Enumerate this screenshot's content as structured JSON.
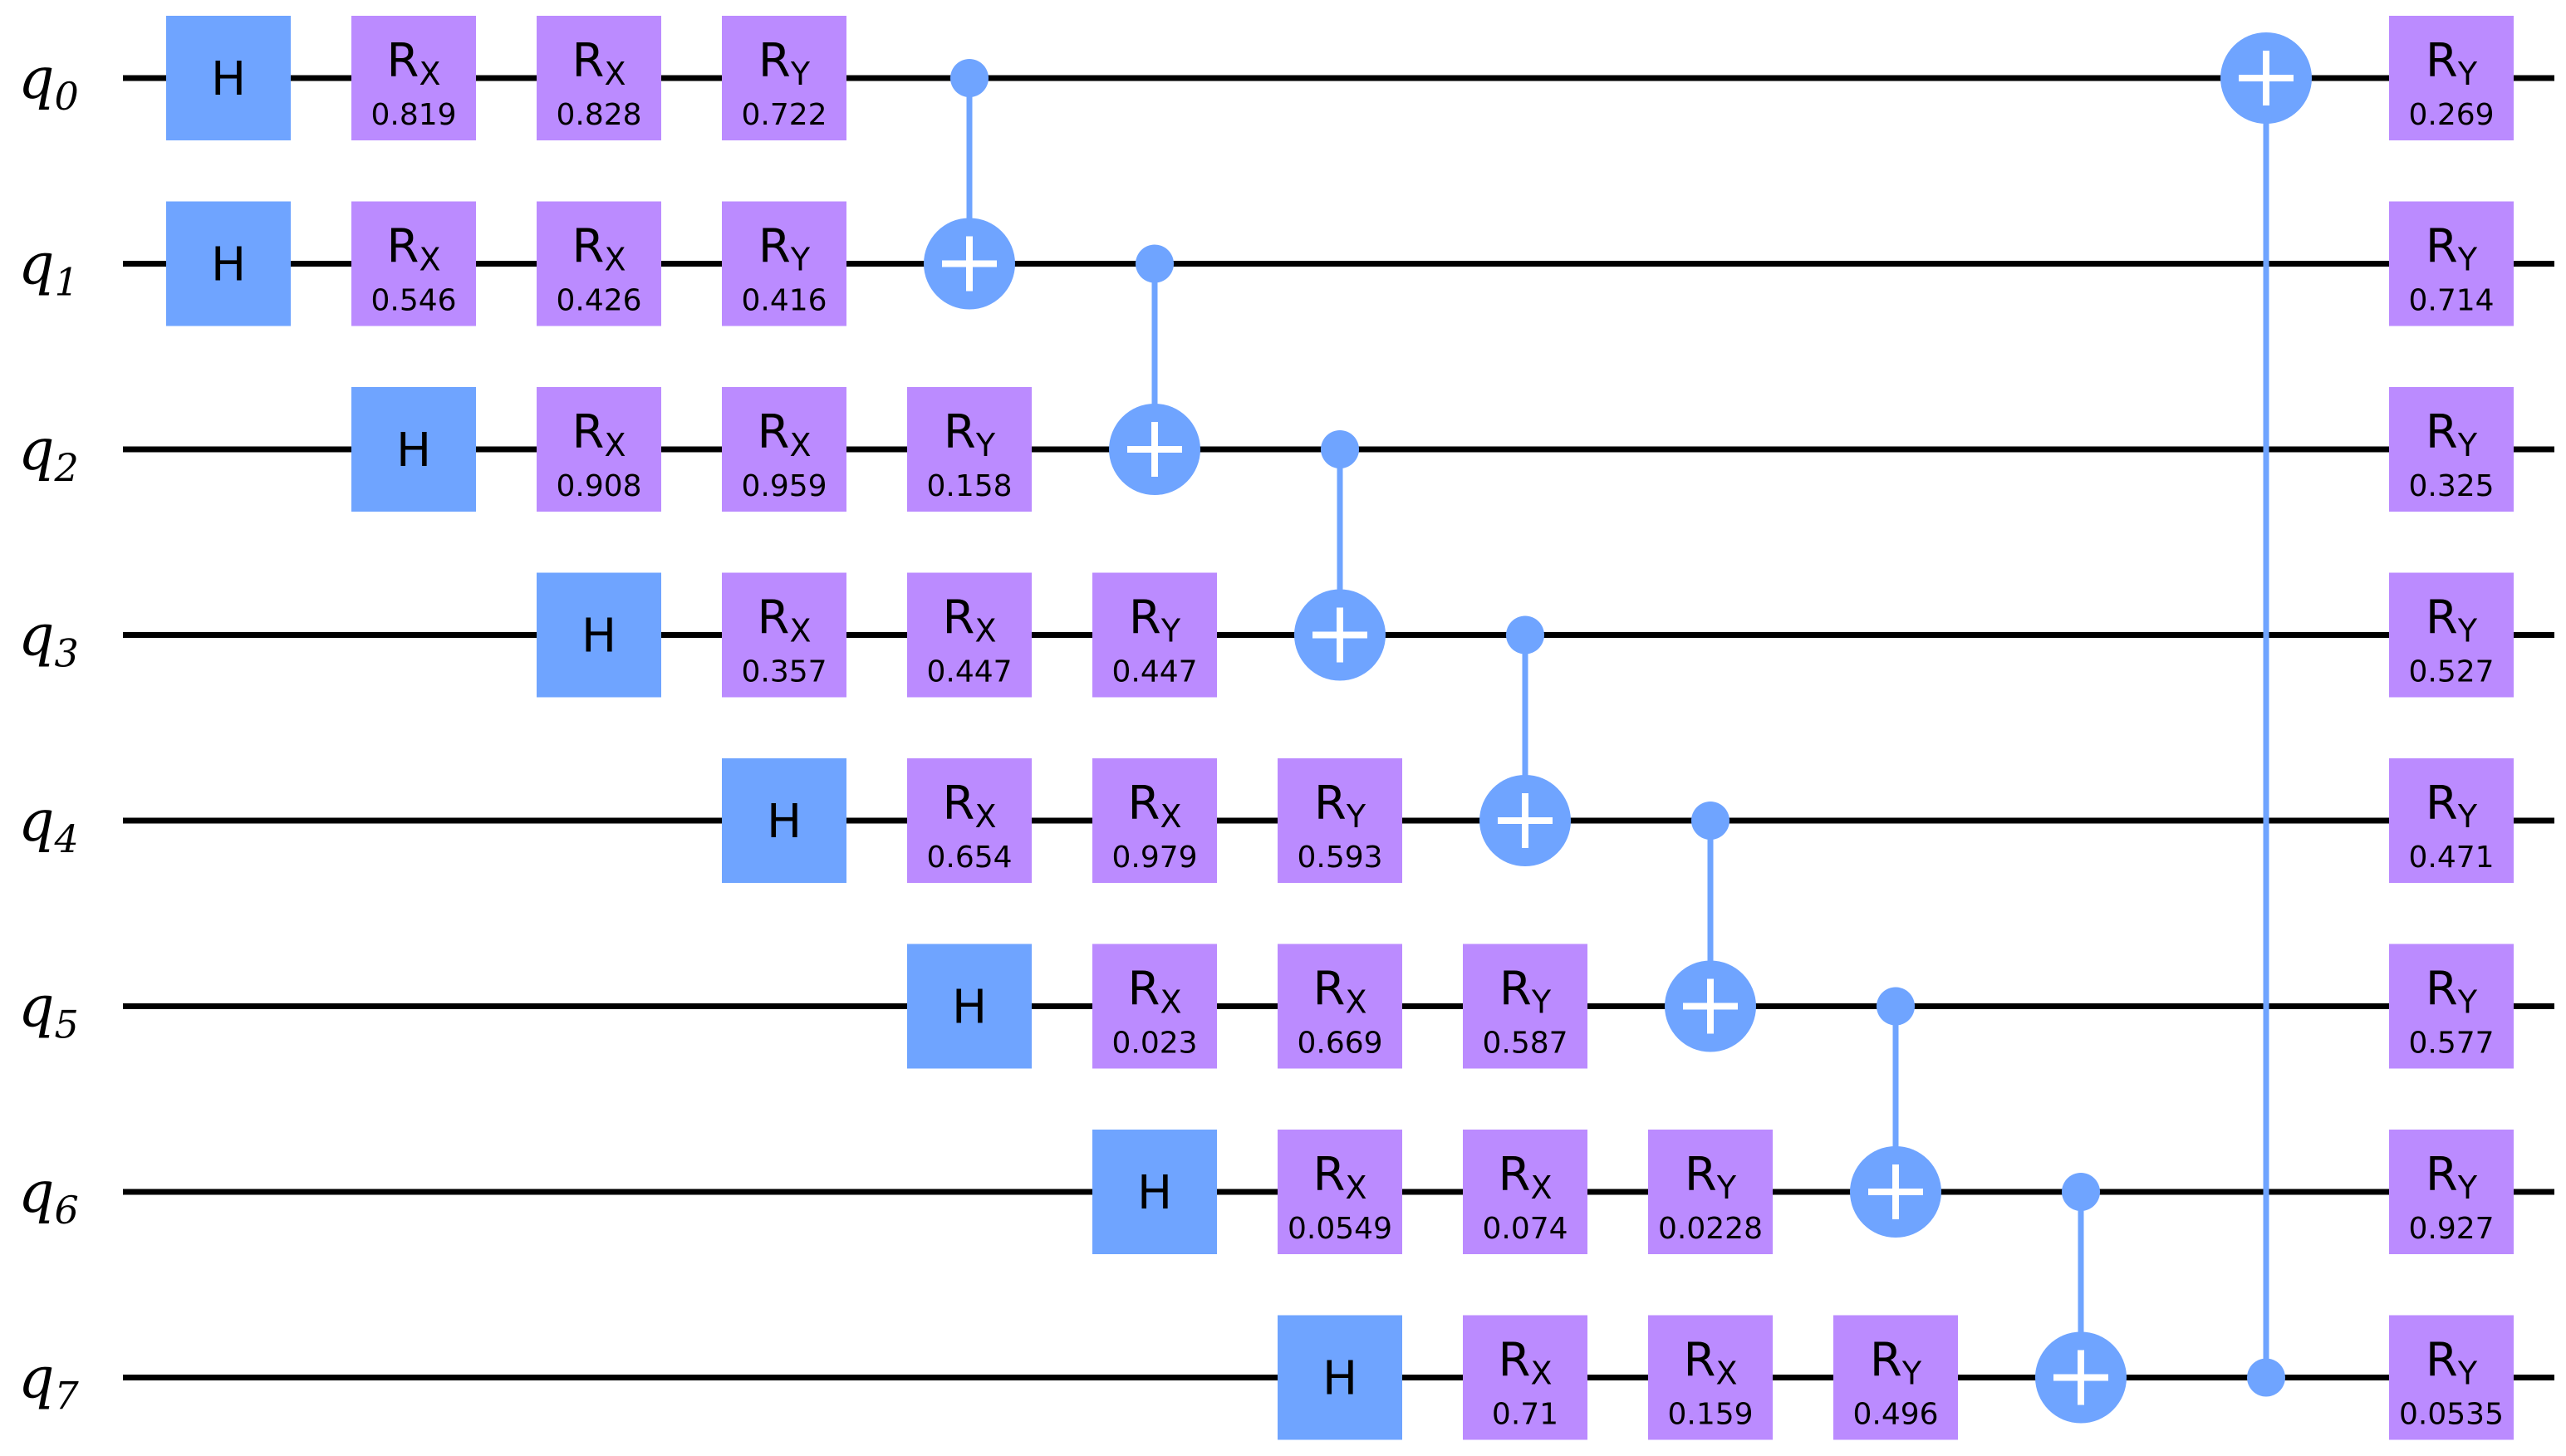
{
  "qubits": [
    {
      "label": "q",
      "index": "0"
    },
    {
      "label": "q",
      "index": "1"
    },
    {
      "label": "q",
      "index": "2"
    },
    {
      "label": "q",
      "index": "3"
    },
    {
      "label": "q",
      "index": "4"
    },
    {
      "label": "q",
      "index": "5"
    },
    {
      "label": "q",
      "index": "6"
    },
    {
      "label": "q",
      "index": "7"
    }
  ],
  "colors": {
    "wire": "#000000",
    "hadamard": "#6fa4ff",
    "rotation": "#bb8bff",
    "cnot": "#6fa4ff",
    "cnot_plus": "#ffffff"
  },
  "gates": [
    {
      "type": "H",
      "name": "H",
      "qubit": 0,
      "col": 0
    },
    {
      "type": "H",
      "name": "H",
      "qubit": 1,
      "col": 0
    },
    {
      "type": "R",
      "name": "R",
      "axis": "X",
      "param": "0.819",
      "qubit": 0,
      "col": 1
    },
    {
      "type": "R",
      "name": "R",
      "axis": "X",
      "param": "0.546",
      "qubit": 1,
      "col": 1
    },
    {
      "type": "H",
      "name": "H",
      "qubit": 2,
      "col": 1
    },
    {
      "type": "R",
      "name": "R",
      "axis": "X",
      "param": "0.828",
      "qubit": 0,
      "col": 2
    },
    {
      "type": "R",
      "name": "R",
      "axis": "X",
      "param": "0.426",
      "qubit": 1,
      "col": 2
    },
    {
      "type": "R",
      "name": "R",
      "axis": "X",
      "param": "0.908",
      "qubit": 2,
      "col": 2
    },
    {
      "type": "H",
      "name": "H",
      "qubit": 3,
      "col": 2
    },
    {
      "type": "R",
      "name": "R",
      "axis": "Y",
      "param": "0.722",
      "qubit": 0,
      "col": 3
    },
    {
      "type": "R",
      "name": "R",
      "axis": "Y",
      "param": "0.416",
      "qubit": 1,
      "col": 3
    },
    {
      "type": "R",
      "name": "R",
      "axis": "X",
      "param": "0.959",
      "qubit": 2,
      "col": 3
    },
    {
      "type": "R",
      "name": "R",
      "axis": "X",
      "param": "0.357",
      "qubit": 3,
      "col": 3
    },
    {
      "type": "H",
      "name": "H",
      "qubit": 4,
      "col": 3
    },
    {
      "type": "R",
      "name": "R",
      "axis": "Y",
      "param": "0.158",
      "qubit": 2,
      "col": 4
    },
    {
      "type": "R",
      "name": "R",
      "axis": "X",
      "param": "0.447",
      "qubit": 3,
      "col": 4
    },
    {
      "type": "R",
      "name": "R",
      "axis": "X",
      "param": "0.654",
      "qubit": 4,
      "col": 4
    },
    {
      "type": "H",
      "name": "H",
      "qubit": 5,
      "col": 4
    },
    {
      "type": "R",
      "name": "R",
      "axis": "Y",
      "param": "0.447",
      "qubit": 3,
      "col": 5
    },
    {
      "type": "R",
      "name": "R",
      "axis": "X",
      "param": "0.979",
      "qubit": 4,
      "col": 5
    },
    {
      "type": "R",
      "name": "R",
      "axis": "X",
      "param": "0.023",
      "qubit": 5,
      "col": 5
    },
    {
      "type": "H",
      "name": "H",
      "qubit": 6,
      "col": 5
    },
    {
      "type": "R",
      "name": "R",
      "axis": "Y",
      "param": "0.593",
      "qubit": 4,
      "col": 6
    },
    {
      "type": "R",
      "name": "R",
      "axis": "X",
      "param": "0.669",
      "qubit": 5,
      "col": 6
    },
    {
      "type": "R",
      "name": "R",
      "axis": "X",
      "param": "0.0549",
      "qubit": 6,
      "col": 6
    },
    {
      "type": "H",
      "name": "H",
      "qubit": 7,
      "col": 6
    },
    {
      "type": "R",
      "name": "R",
      "axis": "Y",
      "param": "0.587",
      "qubit": 5,
      "col": 7
    },
    {
      "type": "R",
      "name": "R",
      "axis": "X",
      "param": "0.074",
      "qubit": 6,
      "col": 7
    },
    {
      "type": "R",
      "name": "R",
      "axis": "X",
      "param": "0.71",
      "qubit": 7,
      "col": 7
    },
    {
      "type": "R",
      "name": "R",
      "axis": "Y",
      "param": "0.0228",
      "qubit": 6,
      "col": 8
    },
    {
      "type": "R",
      "name": "R",
      "axis": "X",
      "param": "0.159",
      "qubit": 7,
      "col": 8
    },
    {
      "type": "R",
      "name": "R",
      "axis": "Y",
      "param": "0.496",
      "qubit": 7,
      "col": 9
    },
    {
      "type": "R",
      "name": "R",
      "axis": "Y",
      "param": "0.269",
      "qubit": 0,
      "col": 12
    },
    {
      "type": "R",
      "name": "R",
      "axis": "Y",
      "param": "0.714",
      "qubit": 1,
      "col": 12
    },
    {
      "type": "R",
      "name": "R",
      "axis": "Y",
      "param": "0.325",
      "qubit": 2,
      "col": 12
    },
    {
      "type": "R",
      "name": "R",
      "axis": "Y",
      "param": "0.527",
      "qubit": 3,
      "col": 12
    },
    {
      "type": "R",
      "name": "R",
      "axis": "Y",
      "param": "0.471",
      "qubit": 4,
      "col": 12
    },
    {
      "type": "R",
      "name": "R",
      "axis": "Y",
      "param": "0.577",
      "qubit": 5,
      "col": 12
    },
    {
      "type": "R",
      "name": "R",
      "axis": "Y",
      "param": "0.927",
      "qubit": 6,
      "col": 12
    },
    {
      "type": "R",
      "name": "R",
      "axis": "Y",
      "param": "0.0535",
      "qubit": 7,
      "col": 12
    }
  ],
  "cnots": [
    {
      "control": 0,
      "target": 1,
      "col": 4
    },
    {
      "control": 1,
      "target": 2,
      "col": 5
    },
    {
      "control": 2,
      "target": 3,
      "col": 6
    },
    {
      "control": 3,
      "target": 4,
      "col": 7
    },
    {
      "control": 4,
      "target": 5,
      "col": 8
    },
    {
      "control": 5,
      "target": 6,
      "col": 9
    },
    {
      "control": 6,
      "target": 7,
      "col": 10
    },
    {
      "control": 7,
      "target": 0,
      "col": 11
    }
  ]
}
